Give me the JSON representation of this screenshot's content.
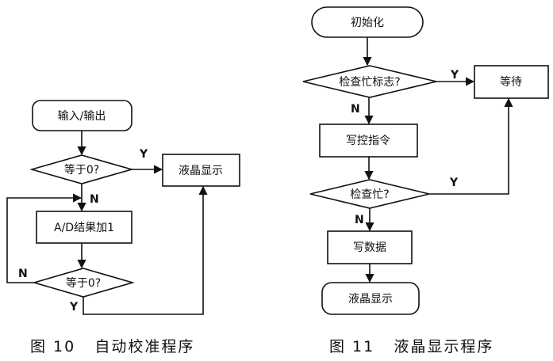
{
  "fig10": {
    "start": "输入/输出",
    "decision1": "等于0?",
    "display": "液晶显示",
    "process": "A/D结果加1",
    "decision2": "等于0?",
    "edge_y1": "Y",
    "edge_n1": "N",
    "edge_n2": "N",
    "edge_y2": "Y",
    "caption": "图 10   自动校准程序"
  },
  "fig11": {
    "start": "初始化",
    "decision1": "检查忙标志?",
    "wait": "等待",
    "write_cmd": "写控指令",
    "decision2": "检查忙?",
    "write_data": "写数据",
    "display": "液晶显示",
    "edge_y1": "Y",
    "edge_n1": "N",
    "edge_y2": "Y",
    "edge_n2": "N",
    "caption": "图 11   液晶显示程序"
  }
}
